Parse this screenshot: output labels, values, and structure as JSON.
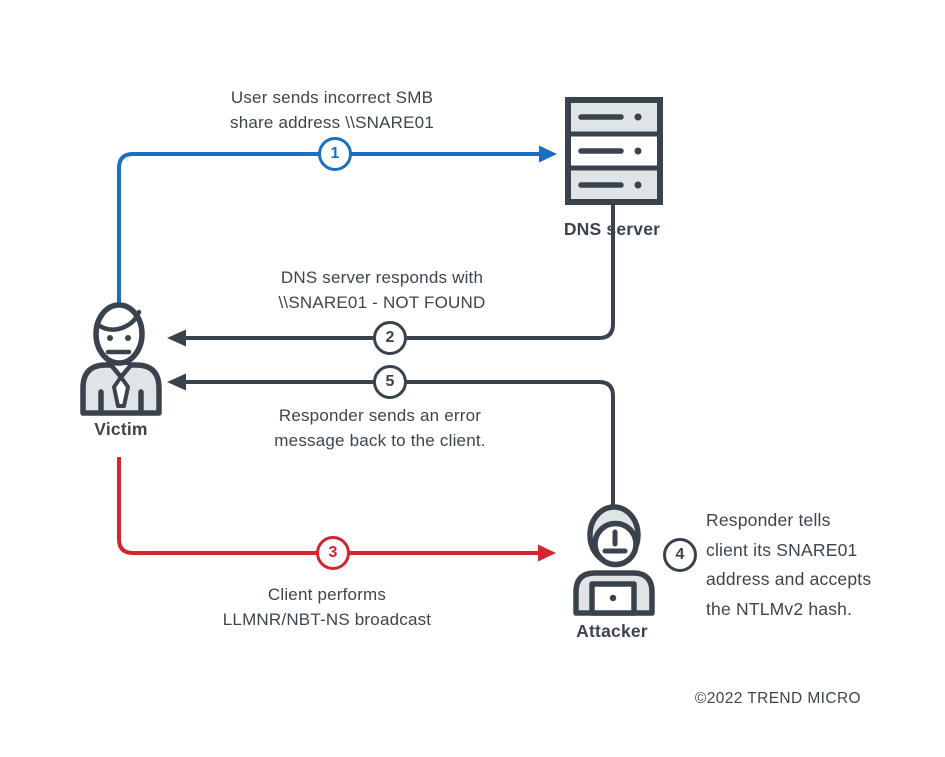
{
  "steps": {
    "s1": {
      "num": "1",
      "line1": "User sends incorrect SMB",
      "line2": "share address \\\\SNARE01"
    },
    "s2": {
      "num": "2",
      "line1": "DNS server responds with",
      "line2": "\\\\SNARE01 - NOT FOUND"
    },
    "s3": {
      "num": "3",
      "line1": "Client performs",
      "line2": "LLMNR/NBT-NS broadcast"
    },
    "s4": {
      "num": "4",
      "line1": "Responder tells",
      "line2": "client its SNARE01",
      "line3": "address and accepts",
      "line4": "the NTLMv2 hash."
    },
    "s5": {
      "num": "5",
      "line1": "Responder sends an error",
      "line2": "message back to the client."
    }
  },
  "actors": {
    "victim": "Victim",
    "dns_server": "DNS server",
    "attacker": "Attacker"
  },
  "footer": {
    "copyright": "©2022 TREND MICRO"
  },
  "colors": {
    "blue": "#1b6fc2",
    "red": "#d2252e",
    "dark": "#3a434d",
    "icon_fill": "#dfe4e7"
  }
}
